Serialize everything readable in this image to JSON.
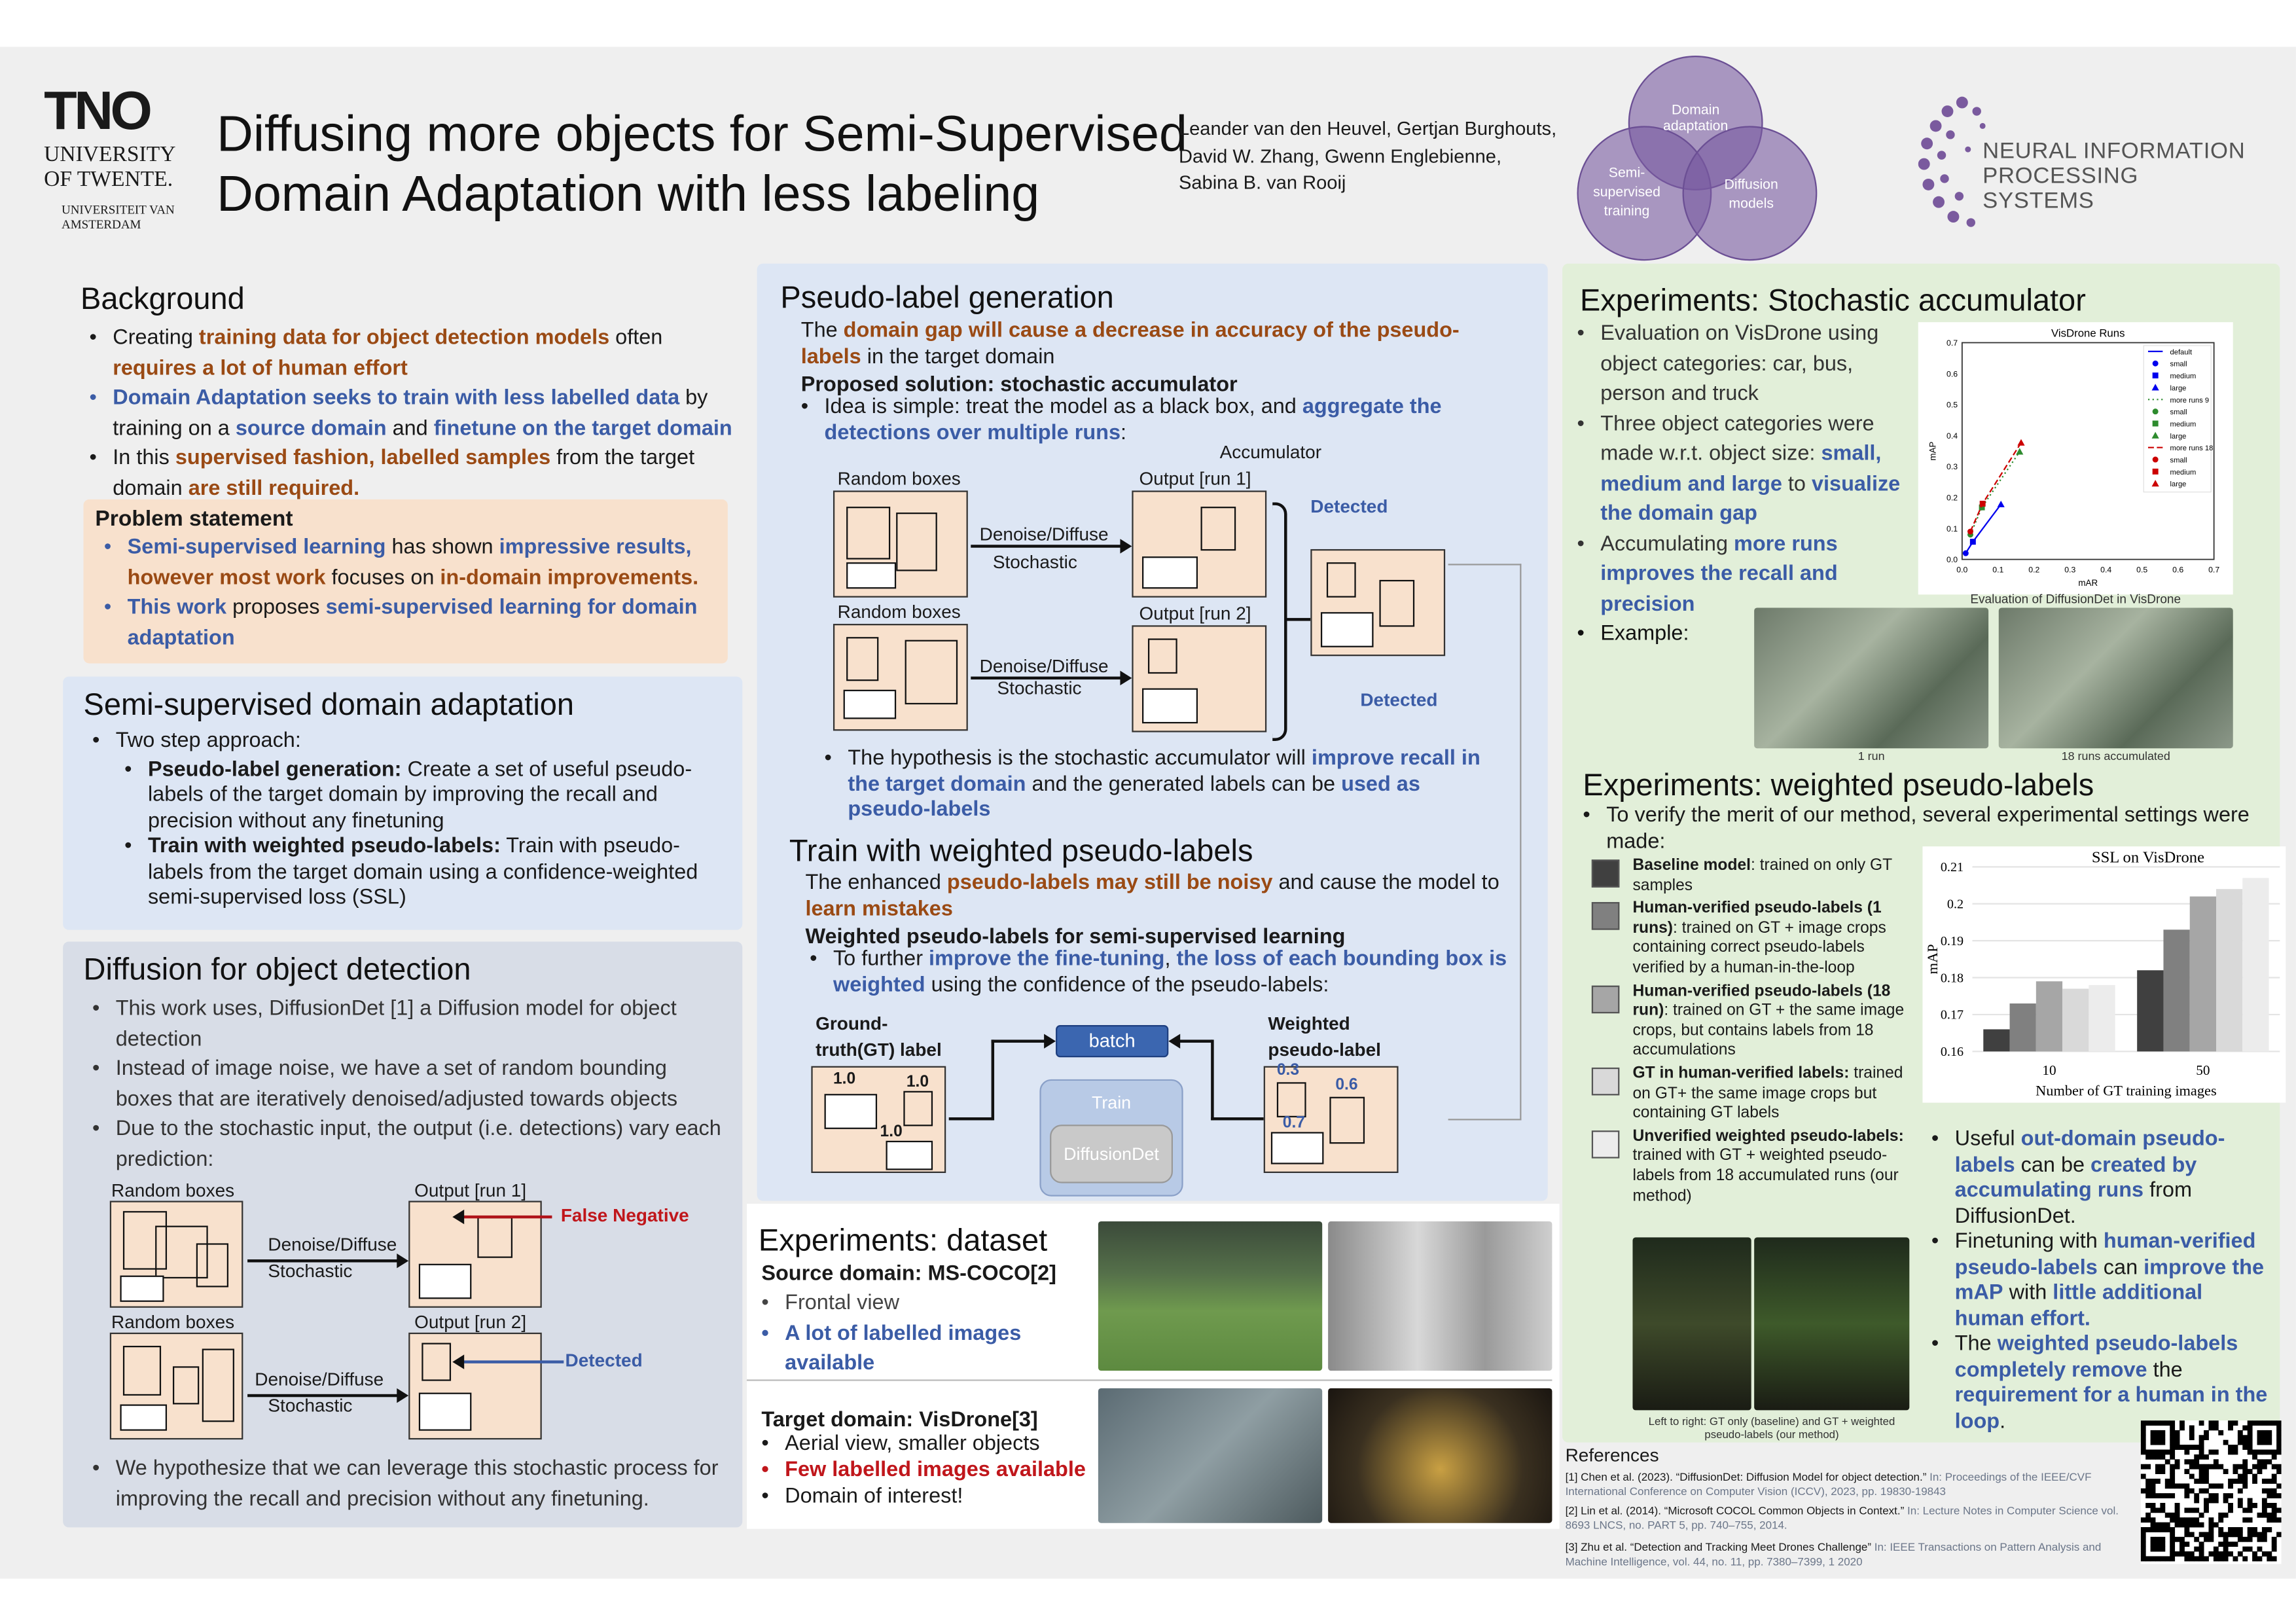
{
  "header": {
    "logo_tno": "TNO",
    "logo_ut": "UNIVERSITY OF TWENTE.",
    "logo_uva": "UNIVERSITEIT VAN AMSTERDAM",
    "title_line1": "Diffusing more objects for Semi-Supervised",
    "title_line2": "Domain Adaptation with less labeling",
    "authors": [
      "Leander van den Heuvel, Gertjan Burghouts,",
      "David W. Zhang, Gwenn Englebienne,",
      "Sabina B. van Rooij"
    ],
    "venn": [
      "Domain adaptation",
      "Semi-supervised training",
      "Diffusion models"
    ],
    "neurips": [
      "NEURAL INFORMATION",
      "PROCESSING SYSTEMS"
    ]
  },
  "background": {
    "title": "Background",
    "items": [
      [
        {
          "t": "Creating ",
          "s": "n"
        },
        {
          "t": "training data for object detection models",
          "s": "o"
        },
        {
          "t": " often ",
          "s": "n"
        },
        {
          "t": "requires a lot of human effort",
          "s": "o"
        }
      ],
      [
        {
          "t": "Domain Adaptation seeks to train with less labelled data",
          "s": "b"
        },
        {
          "t": " by training on a ",
          "s": "n"
        },
        {
          "t": "source domain",
          "s": "b"
        },
        {
          "t": " and ",
          "s": "n"
        },
        {
          "t": "finetune on the target domain",
          "s": "b"
        }
      ],
      [
        {
          "t": "In this ",
          "s": "n"
        },
        {
          "t": "supervised fashion, labelled samples",
          "s": "o"
        },
        {
          "t": " from the target domain ",
          "s": "n"
        },
        {
          "t": "are still required.",
          "s": "o"
        }
      ]
    ]
  },
  "problem": {
    "title": "Problem statement",
    "items": [
      [
        {
          "t": "Semi-supervised learning",
          "s": "b"
        },
        {
          "t": " has shown ",
          "s": "n"
        },
        {
          "t": "impressive results,",
          "s": "b"
        },
        {
          "t": " ",
          "s": "n"
        },
        {
          "t": "however most work",
          "s": "o"
        },
        {
          "t": " focuses on ",
          "s": "n"
        },
        {
          "t": "in-domain improvements.",
          "s": "o"
        }
      ],
      [
        {
          "t": "This work",
          "s": "b"
        },
        {
          "t": " proposes ",
          "s": "n"
        },
        {
          "t": "semi-supervised learning for domain adaptation",
          "s": "b"
        }
      ]
    ]
  },
  "ssda": {
    "title": "Semi-supervised domain adaptation",
    "intro": "Two step approach:",
    "items": [
      [
        {
          "t": "Pseudo-label generation:",
          "s": "k"
        },
        {
          "t": " Create a set of useful pseudo-labels of the target domain by improving the recall and precision without any finetuning",
          "s": "n"
        }
      ],
      [
        {
          "t": "Train with weighted pseudo-labels:",
          "s": "k"
        },
        {
          "t": " Train with pseudo-labels from the target domain using a confidence-weighted semi-supervised loss (SSL)",
          "s": "n"
        }
      ]
    ]
  },
  "diffusion": {
    "title": "Diffusion for object detection",
    "items": [
      "This work uses, DiffusionDet [1] a Diffusion model for object detection",
      "Instead of image noise, we have a set of random bounding boxes that are iteratively denoised/adjusted towards objects",
      "Due to the stochastic input, the output (i.e. detections) vary each prediction:"
    ],
    "diagram": {
      "random_boxes": "Random boxes",
      "denoise": "Denoise/Diffuse",
      "stochastic": "Stochastic",
      "output1": "Output [run 1]",
      "output2": "Output [run 2]",
      "false_negative": "False Negative",
      "detected": "Detected"
    },
    "conclusion": "We hypothesize that we can leverage this stochastic process for improving the recall and precision without any finetuning."
  },
  "pseudo": {
    "title": "Pseudo-label generation",
    "intro": [
      {
        "t": "The ",
        "s": "n"
      },
      {
        "t": "domain gap will cause a decrease in accuracy of the pseudo-labels",
        "s": "o"
      },
      {
        "t": " in the target domain",
        "s": "n"
      }
    ],
    "solution": "Proposed solution: stochastic accumulator",
    "idea": [
      {
        "t": "Idea is simple: treat the model as a black box, and ",
        "s": "n"
      },
      {
        "t": "aggregate the detections over multiple runs",
        "s": "b"
      },
      {
        "t": ":",
        "s": "n"
      }
    ],
    "diagram": {
      "accumulator": "Accumulator",
      "random_boxes": "Random boxes",
      "denoise": "Denoise/Diffuse",
      "stochastic": "Stochastic",
      "output1": "Output [run 1]",
      "output2": "Output [run 2]",
      "detected": "Detected"
    },
    "hypothesis": [
      {
        "t": "The hypothesis is the stochastic accumulator will ",
        "s": "n"
      },
      {
        "t": "improve recall in the target domain",
        "s": "b"
      },
      {
        "t": " and the generated labels can be ",
        "s": "n"
      },
      {
        "t": "used as pseudo-labels",
        "s": "b"
      }
    ]
  },
  "train": {
    "title": "Train with weighted pseudo-labels",
    "intro": [
      {
        "t": "The enhanced ",
        "s": "n"
      },
      {
        "t": "pseudo-labels may still be noisy",
        "s": "o"
      },
      {
        "t": " and cause the model to ",
        "s": "n"
      },
      {
        "t": "learn mistakes",
        "s": "o"
      }
    ],
    "subtitle": "Weighted pseudo-labels for semi-supervised learning",
    "item": [
      {
        "t": "To further ",
        "s": "n"
      },
      {
        "t": "improve the fine-tuning",
        "s": "b"
      },
      {
        "t": ", ",
        "s": "n"
      },
      {
        "t": "the loss of each bounding box is weighted",
        "s": "b"
      },
      {
        "t": " using the confidence of the pseudo-labels:",
        "s": "n"
      }
    ],
    "diagram": {
      "gt_label": "Ground-truth(GT) label",
      "weighted": "Weighted pseudo-label",
      "batch": "batch",
      "train": "Train",
      "model": "DiffusionDet",
      "gt_scores": [
        "1.0",
        "1.0",
        "1.0"
      ],
      "pl_scores": [
        "0.3",
        "0.6",
        "0.7"
      ]
    }
  },
  "dataset": {
    "title": "Experiments: dataset",
    "source_title": "Source domain: MS-COCO[2]",
    "source_items": [
      {
        "t": "Frontal view",
        "s": "n"
      },
      {
        "t": "A lot of labelled images available",
        "s": "b"
      }
    ],
    "target_title": "Target domain: VisDrone[3]",
    "target_items": [
      {
        "t": "Aerial view, smaller objects",
        "s": "n"
      },
      {
        "t": "Few labelled images available",
        "s": "r"
      },
      {
        "t": "Domain of interest!",
        "s": "n"
      }
    ]
  },
  "stoch": {
    "title": "Experiments: Stochastic accumulator",
    "items": [
      [
        {
          "t": "Evaluation on VisDrone using object categories: car, bus, person and truck",
          "s": "n"
        }
      ],
      [
        {
          "t": "Three object categories were made w.r.t. object size: ",
          "s": "n"
        },
        {
          "t": "small, medium and large",
          "s": "b"
        },
        {
          "t": " to ",
          "s": "n"
        },
        {
          "t": "visualize the domain gap",
          "s": "b"
        }
      ],
      [
        {
          "t": "Accumulating ",
          "s": "n"
        },
        {
          "t": "more runs improves the recall and precision",
          "s": "b"
        }
      ]
    ],
    "example": "Example:",
    "chart_caption": "Evaluation of DiffusionDet in VisDrone",
    "img_captions": [
      "1 run",
      "18 runs accumulated"
    ]
  },
  "weighted": {
    "title": "Experiments: weighted pseudo-labels",
    "intro": "To verify the merit of our method, several experimental settings were made:",
    "legend": [
      {
        "name": "Baseline model",
        "desc": ": trained on only GT samples",
        "color": "#404040"
      },
      {
        "name": "Human-verified pseudo-labels (1 runs)",
        "desc": ":  trained on GT + image crops containing correct pseudo-labels verified by a human-in-the-loop",
        "color": "#808080"
      },
      {
        "name": "Human-verified pseudo-labels (18 run)",
        "desc": ": trained on GT + the same image crops, but contains labels from 18 accumulations",
        "color": "#a6a6a6"
      },
      {
        "name": "GT in human-verified labels:",
        "desc": " trained on GT+ the same image crops but containing GT labels",
        "color": "#d9d9d9"
      },
      {
        "name": "Unverified weighted pseudo-labels:",
        "desc": " trained with GT + weighted pseudo-labels from 18 accumulated runs (our method)",
        "color": "#ececec"
      }
    ],
    "img_caption": "Left to right: GT only (baseline) and GT + weighted pseudo-labels (our method)",
    "conclusions": [
      [
        {
          "t": "Useful ",
          "s": "n"
        },
        {
          "t": "out-domain pseudo-labels",
          "s": "b"
        },
        {
          "t": " can be ",
          "s": "n"
        },
        {
          "t": "created by accumulating runs",
          "s": "b"
        },
        {
          "t": " from DiffusionDet.",
          "s": "n"
        }
      ],
      [
        {
          "t": "Finetuning with ",
          "s": "n"
        },
        {
          "t": "human-verified pseudo-labels",
          "s": "b"
        },
        {
          "t": " can ",
          "s": "n"
        },
        {
          "t": "improve the mAP",
          "s": "b"
        },
        {
          "t": " with ",
          "s": "n"
        },
        {
          "t": "little additional human effort.",
          "s": "b"
        }
      ],
      [
        {
          "t": "The ",
          "s": "n"
        },
        {
          "t": "weighted pseudo-labels completely remove",
          "s": "b"
        },
        {
          "t": " the ",
          "s": "n"
        },
        {
          "t": "requirement for a human in the loop",
          "s": "b"
        },
        {
          "t": ".",
          "s": "n"
        }
      ]
    ]
  },
  "references": {
    "title": "References",
    "items": [
      {
        "main": "[1] Chen et al. (2023). “DiffusionDet: Diffusion Model for object detection.”",
        "src": " In: Proceedings of the IEEE/CVF International Conference on Computer Vision (ICCV), 2023, pp. 19830-19843"
      },
      {
        "main": "[2] Lin et al. (2014). “Microsoft COCOL Common Objects in Context.”",
        "src": " In: Lecture Notes in Computer Science vol. 8693 LNCS, no. PART 5, pp. 740–755, 2014."
      },
      {
        "main": "[3] Zhu et al. “Detection and Tracking Meet Drones Challenge”",
        "src": "  In: IEEE Transactions on Pattern Analysis and Machine Intelligence, vol. 44, no. 11, pp. 7380–7399, 1 2020"
      }
    ]
  },
  "chart_data": [
    {
      "type": "scatter",
      "title": "VisDrone Runs",
      "xlabel": "mAR",
      "ylabel": "mAP",
      "xlim": [
        0,
        0.7
      ],
      "ylim": [
        0,
        0.7
      ],
      "xticks": [
        "0.0",
        "0.1",
        "0.2",
        "0.3",
        "0.4",
        "0.5",
        "0.6",
        "0.7"
      ],
      "yticks": [
        "0.0",
        "0.1",
        "0.2",
        "0.3",
        "0.4",
        "0.5",
        "0.6",
        "0.7"
      ],
      "legend": "top-right",
      "series": [
        {
          "name": "default",
          "color": "#0000ee",
          "dash": "",
          "points": [
            {
              "label": "small",
              "x": 0.01,
              "y": 0.02
            },
            {
              "label": "medium",
              "x": 0.03,
              "y": 0.057
            },
            {
              "label": "large",
              "x": 0.108,
              "y": 0.178
            }
          ]
        },
        {
          "name": "more runs 9",
          "color": "#2e8b2e",
          "dash": "1,2",
          "points": [
            {
              "label": "small",
              "x": 0.023,
              "y": 0.08
            },
            {
              "label": "medium",
              "x": 0.055,
              "y": 0.168
            },
            {
              "label": "large",
              "x": 0.16,
              "y": 0.348
            }
          ]
        },
        {
          "name": "more runs 18",
          "color": "#cc0000",
          "dash": "4,2",
          "points": [
            {
              "label": "small",
              "x": 0.023,
              "y": 0.09
            },
            {
              "label": "medium",
              "x": 0.057,
              "y": 0.18
            },
            {
              "label": "large",
              "x": 0.164,
              "y": 0.377
            }
          ]
        }
      ]
    },
    {
      "type": "bar",
      "title": "SSL on VisDrone",
      "xlabel": "Number of GT training images",
      "ylabel": "mAP",
      "ylim": [
        0.16,
        0.21
      ],
      "yticks": [
        "0.16",
        "0.17",
        "0.18",
        "0.19",
        "0.2",
        "0.21"
      ],
      "categories": [
        "10",
        "50"
      ],
      "series": [
        {
          "name": "Baseline model",
          "color": "#404040",
          "values": [
            0.166,
            0.182
          ]
        },
        {
          "name": "Human-verified pseudo-labels (1 runs)",
          "color": "#808080",
          "values": [
            0.173,
            0.193
          ]
        },
        {
          "name": "Human-verified pseudo-labels (18 run)",
          "color": "#a6a6a6",
          "values": [
            0.179,
            0.202
          ]
        },
        {
          "name": "GT in human-verified labels",
          "color": "#d9d9d9",
          "values": [
            0.177,
            0.204
          ]
        },
        {
          "name": "Unverified weighted pseudo-labels",
          "color": "#ececec",
          "values": [
            0.178,
            0.207
          ]
        }
      ]
    }
  ]
}
